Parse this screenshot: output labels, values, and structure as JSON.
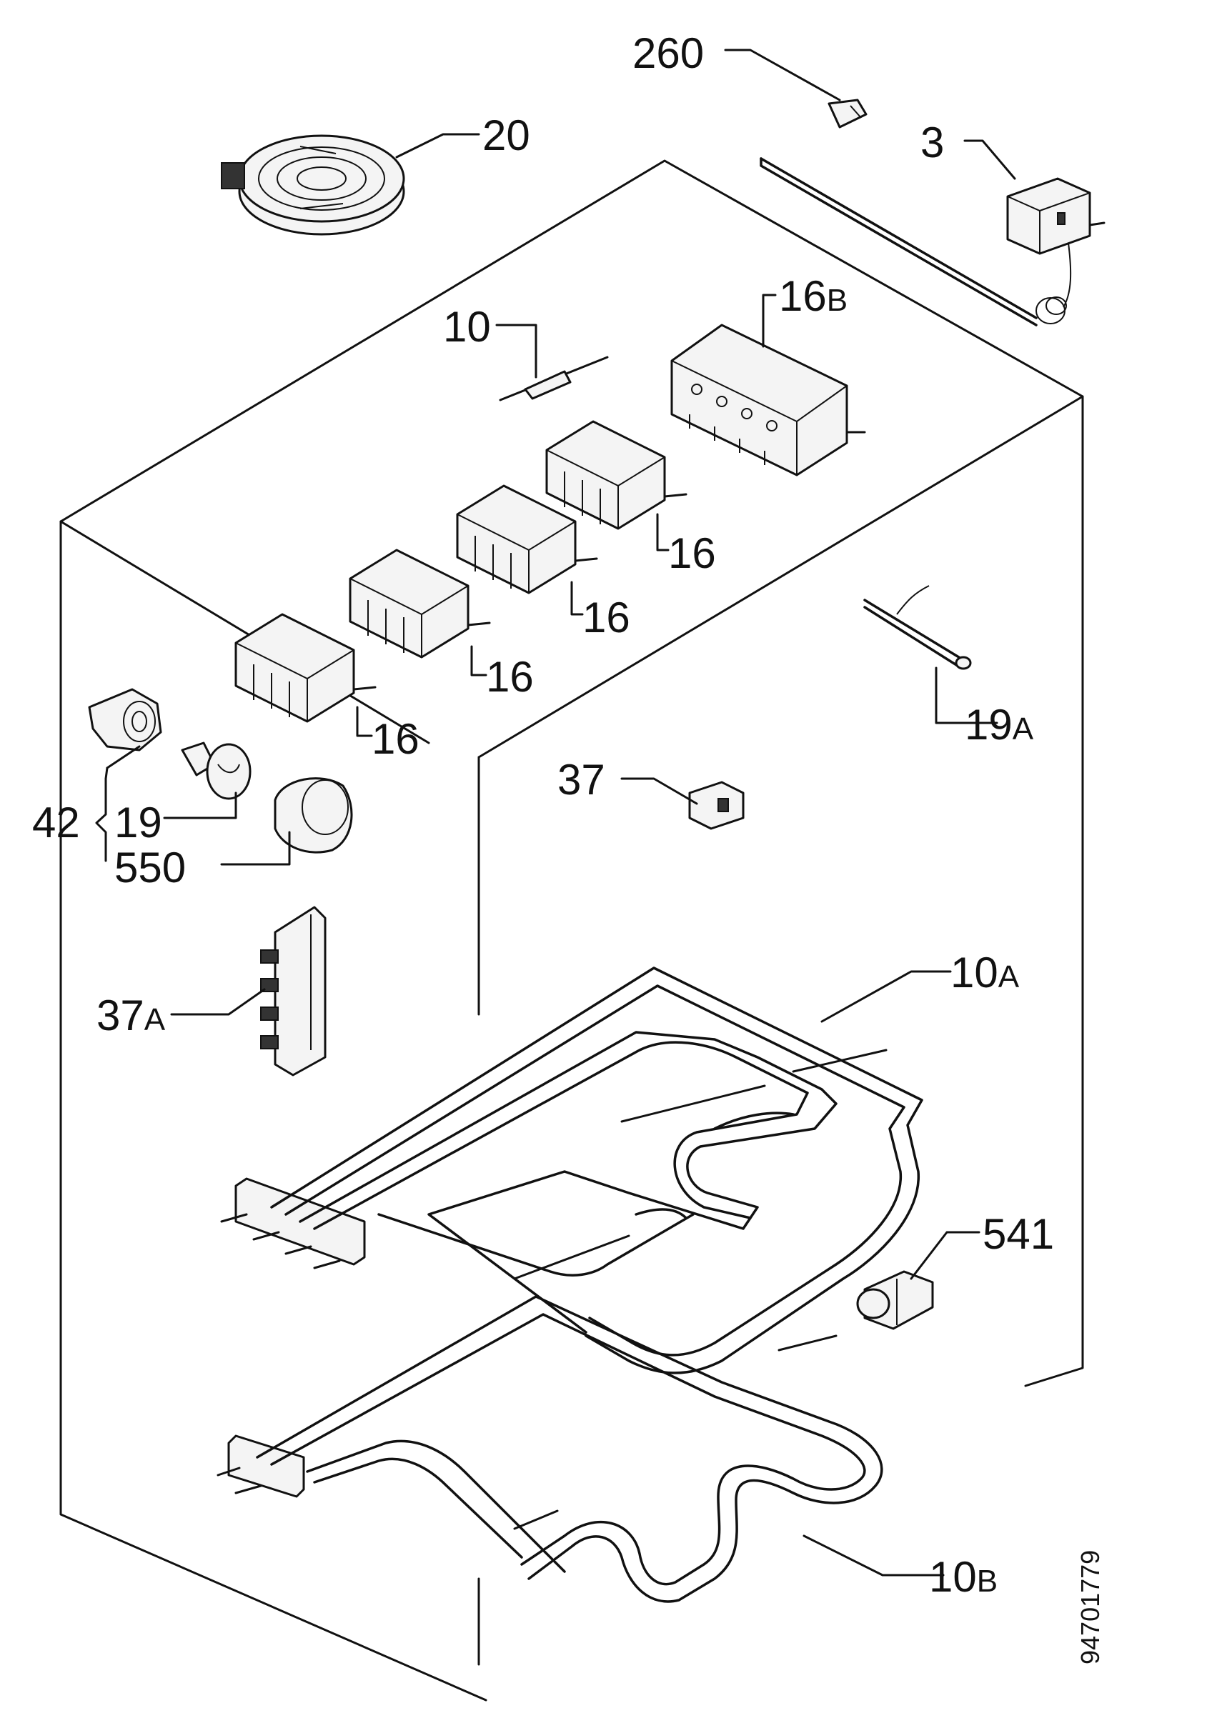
{
  "drawing_number": "94701779",
  "parts": [
    {
      "id": "260",
      "main": "260",
      "suffix": ""
    },
    {
      "id": "20",
      "main": "20",
      "suffix": ""
    },
    {
      "id": "3",
      "main": "3",
      "suffix": ""
    },
    {
      "id": "10",
      "main": "10",
      "suffix": ""
    },
    {
      "id": "16B",
      "main": "16",
      "suffix": "B"
    },
    {
      "id": "16-a",
      "main": "16",
      "suffix": ""
    },
    {
      "id": "16-b",
      "main": "16",
      "suffix": ""
    },
    {
      "id": "16-c",
      "main": "16",
      "suffix": ""
    },
    {
      "id": "16-d",
      "main": "16",
      "suffix": ""
    },
    {
      "id": "19A",
      "main": "19",
      "suffix": "A"
    },
    {
      "id": "37",
      "main": "37",
      "suffix": ""
    },
    {
      "id": "42",
      "main": "42",
      "suffix": ""
    },
    {
      "id": "19",
      "main": "19",
      "suffix": ""
    },
    {
      "id": "550",
      "main": "550",
      "suffix": ""
    },
    {
      "id": "37A",
      "main": "37",
      "suffix": "A"
    },
    {
      "id": "10A",
      "main": "10",
      "suffix": "A"
    },
    {
      "id": "541",
      "main": "541",
      "suffix": ""
    },
    {
      "id": "10B",
      "main": "10",
      "suffix": "B"
    }
  ]
}
